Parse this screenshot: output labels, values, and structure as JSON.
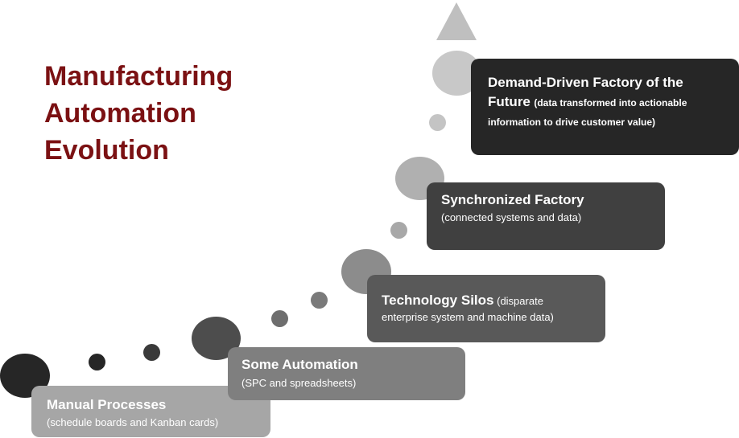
{
  "title": {
    "line1": "Manufacturing",
    "line2": "Automation",
    "line3": "Evolution"
  },
  "steps": [
    {
      "heading": "Manual Processes",
      "detail": "(schedule boards and Kanban cards)"
    },
    {
      "heading": "Some Automation",
      "detail": "(SPC and spreadsheets)"
    },
    {
      "heading": "Technology Silos",
      "detail_line1": "(disparate",
      "detail_line2": "enterprise system and machine data)"
    },
    {
      "heading": "Synchronized Factory",
      "detail": "(connected systems and data)"
    },
    {
      "heading_line1": "Demand-Driven Factory of the",
      "heading_line2": "Future",
      "detail_line1": "(data transformed into actionable",
      "detail_line2": "information to drive customer value)"
    }
  ],
  "colors": {
    "title": "#7b1113",
    "step1": "#a6a6a6",
    "step2": "#7f7f7f",
    "step3": "#595959",
    "step4": "#404040",
    "step5": "#262626"
  }
}
